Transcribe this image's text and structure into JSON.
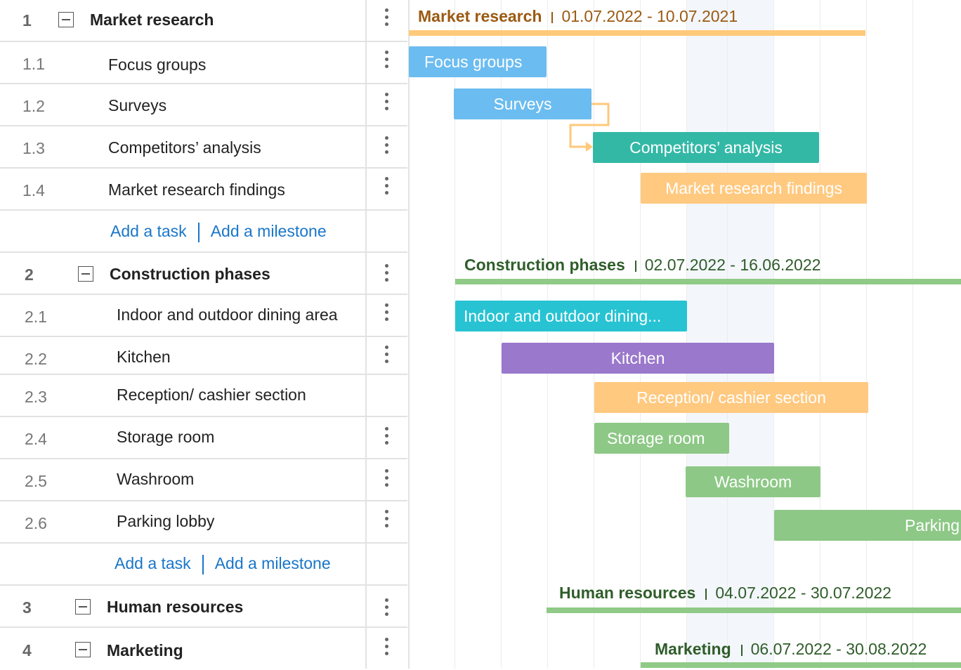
{
  "tasks": {
    "g1": {
      "num": "1",
      "title": "Market research"
    },
    "t11": {
      "num": "1.1",
      "title": "Focus groups"
    },
    "t12": {
      "num": "1.2",
      "title": "Surveys"
    },
    "t13": {
      "num": "1.3",
      "title": "Competitors’ analysis"
    },
    "t14": {
      "num": "1.4",
      "title": "Market research findings"
    },
    "g2": {
      "num": "2",
      "title": "Construction phases"
    },
    "t21": {
      "num": "2.1",
      "title": "Indoor and outdoor dining area"
    },
    "t22": {
      "num": "2.2",
      "title": "Kitchen"
    },
    "t23": {
      "num": "2.3",
      "title": "Reception/ cashier section"
    },
    "t24": {
      "num": "2.4",
      "title": "Storage room"
    },
    "t25": {
      "num": "2.5",
      "title": "Washroom"
    },
    "t26": {
      "num": "2.6",
      "title": "Parking lobby"
    },
    "g3": {
      "num": "3",
      "title": "Human resources"
    },
    "g4": {
      "num": "4",
      "title": "Marketing"
    }
  },
  "actions": {
    "add_task": "Add a task",
    "add_milestone": "Add a milestone"
  },
  "chart": {
    "groups": {
      "g1": {
        "name": "Market research",
        "dates": "01.07.2022 - 10.07.2021",
        "color": "#9a5a12",
        "line_color": "#ffc97a"
      },
      "g2": {
        "name": "Construction phases",
        "dates": "02.07.2022 - 16.06.2022",
        "color": "#2f5d2a",
        "line_color": "#8fca86"
      },
      "g3": {
        "name": "Human resources",
        "dates": "04.07.2022 - 30.07.2022",
        "color": "#2f5d2a",
        "line_color": "#8fca86"
      },
      "g4": {
        "name": "Marketing",
        "dates": "06.07.2022 - 30.08.2022",
        "color": "#2f5d2a",
        "line_color": "#8fca86"
      }
    },
    "bars": {
      "t11": {
        "label": "Focus groups",
        "color": "#6bbcf0"
      },
      "t12": {
        "label": "Surveys",
        "color": "#6bbcf0"
      },
      "t13": {
        "label": "Competitors’ analysis",
        "color": "#33b8a6"
      },
      "t14": {
        "label": "Market research findings",
        "color": "#ffc980"
      },
      "t21": {
        "label": "Indoor and outdoor dining...",
        "color": "#27c3d3"
      },
      "t22": {
        "label": "Kitchen",
        "color": "#9a78cc"
      },
      "t23": {
        "label": "Reception/ cashier section",
        "color": "#ffc980"
      },
      "t24": {
        "label": "Storage room",
        "color": "#8dc886"
      },
      "t25": {
        "label": "Washroom",
        "color": "#8dc886"
      },
      "t26": {
        "label": "Parking",
        "color": "#8dc886"
      }
    }
  }
}
